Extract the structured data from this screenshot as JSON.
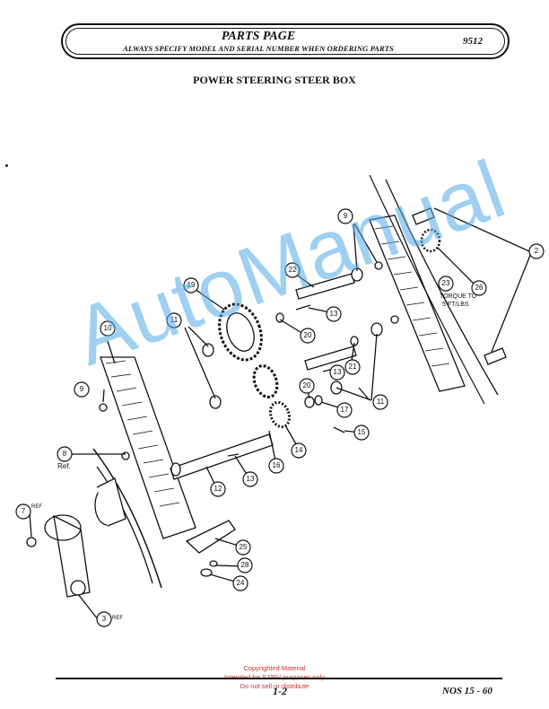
{
  "header": {
    "title": "PARTS PAGE",
    "subtitle": "ALWAYS SPECIFY MODEL AND SERIAL NUMBER WHEN ORDERING PARTS",
    "model_number": "9512"
  },
  "page_heading": "POWER STEERING STEER BOX",
  "diagram": {
    "callouts": [
      "2",
      "3",
      "7",
      "8",
      "9",
      "9",
      "10",
      "11",
      "11",
      "11",
      "12",
      "13",
      "13",
      "13",
      "14",
      "15",
      "16",
      "17",
      "19",
      "20",
      "20",
      "21",
      "22",
      "23",
      "24",
      "25",
      "26",
      "28"
    ],
    "ref_label": "REF",
    "ref_label_8": "Ref.",
    "torque_note_line1": "TORQUE TO",
    "torque_note_line2": "5 FT/LBS"
  },
  "watermark": "AutoManual",
  "copyright": {
    "line1": "Copyrighted Material",
    "line2": "Intended for SJ/RV purposes only",
    "line3": "Do not sell or distribute"
  },
  "footer": {
    "page": "1-2",
    "code": "NOS 15 - 60"
  }
}
